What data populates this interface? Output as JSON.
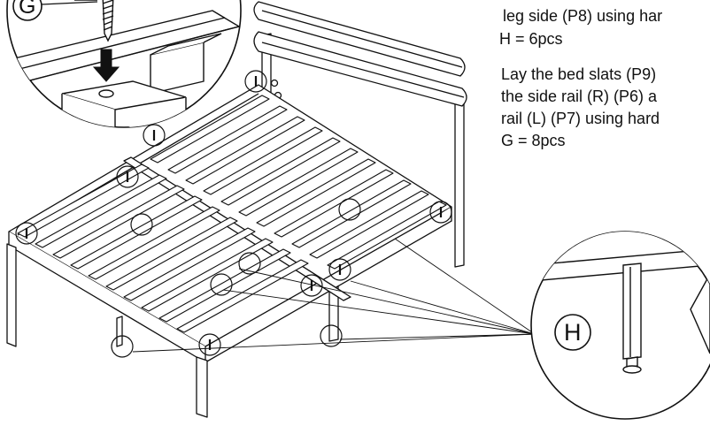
{
  "instructions": {
    "top_line": "leg side (P8) using har",
    "top_qty": "H = 6pcs",
    "main_lines": [
      "Lay the bed slats (P9)",
      "the side rail (R) (P6) a",
      "rail (L) (P7) using hard",
      "G = 8pcs"
    ]
  },
  "callouts": {
    "screw_letter": "G",
    "leg_letter": "H"
  }
}
